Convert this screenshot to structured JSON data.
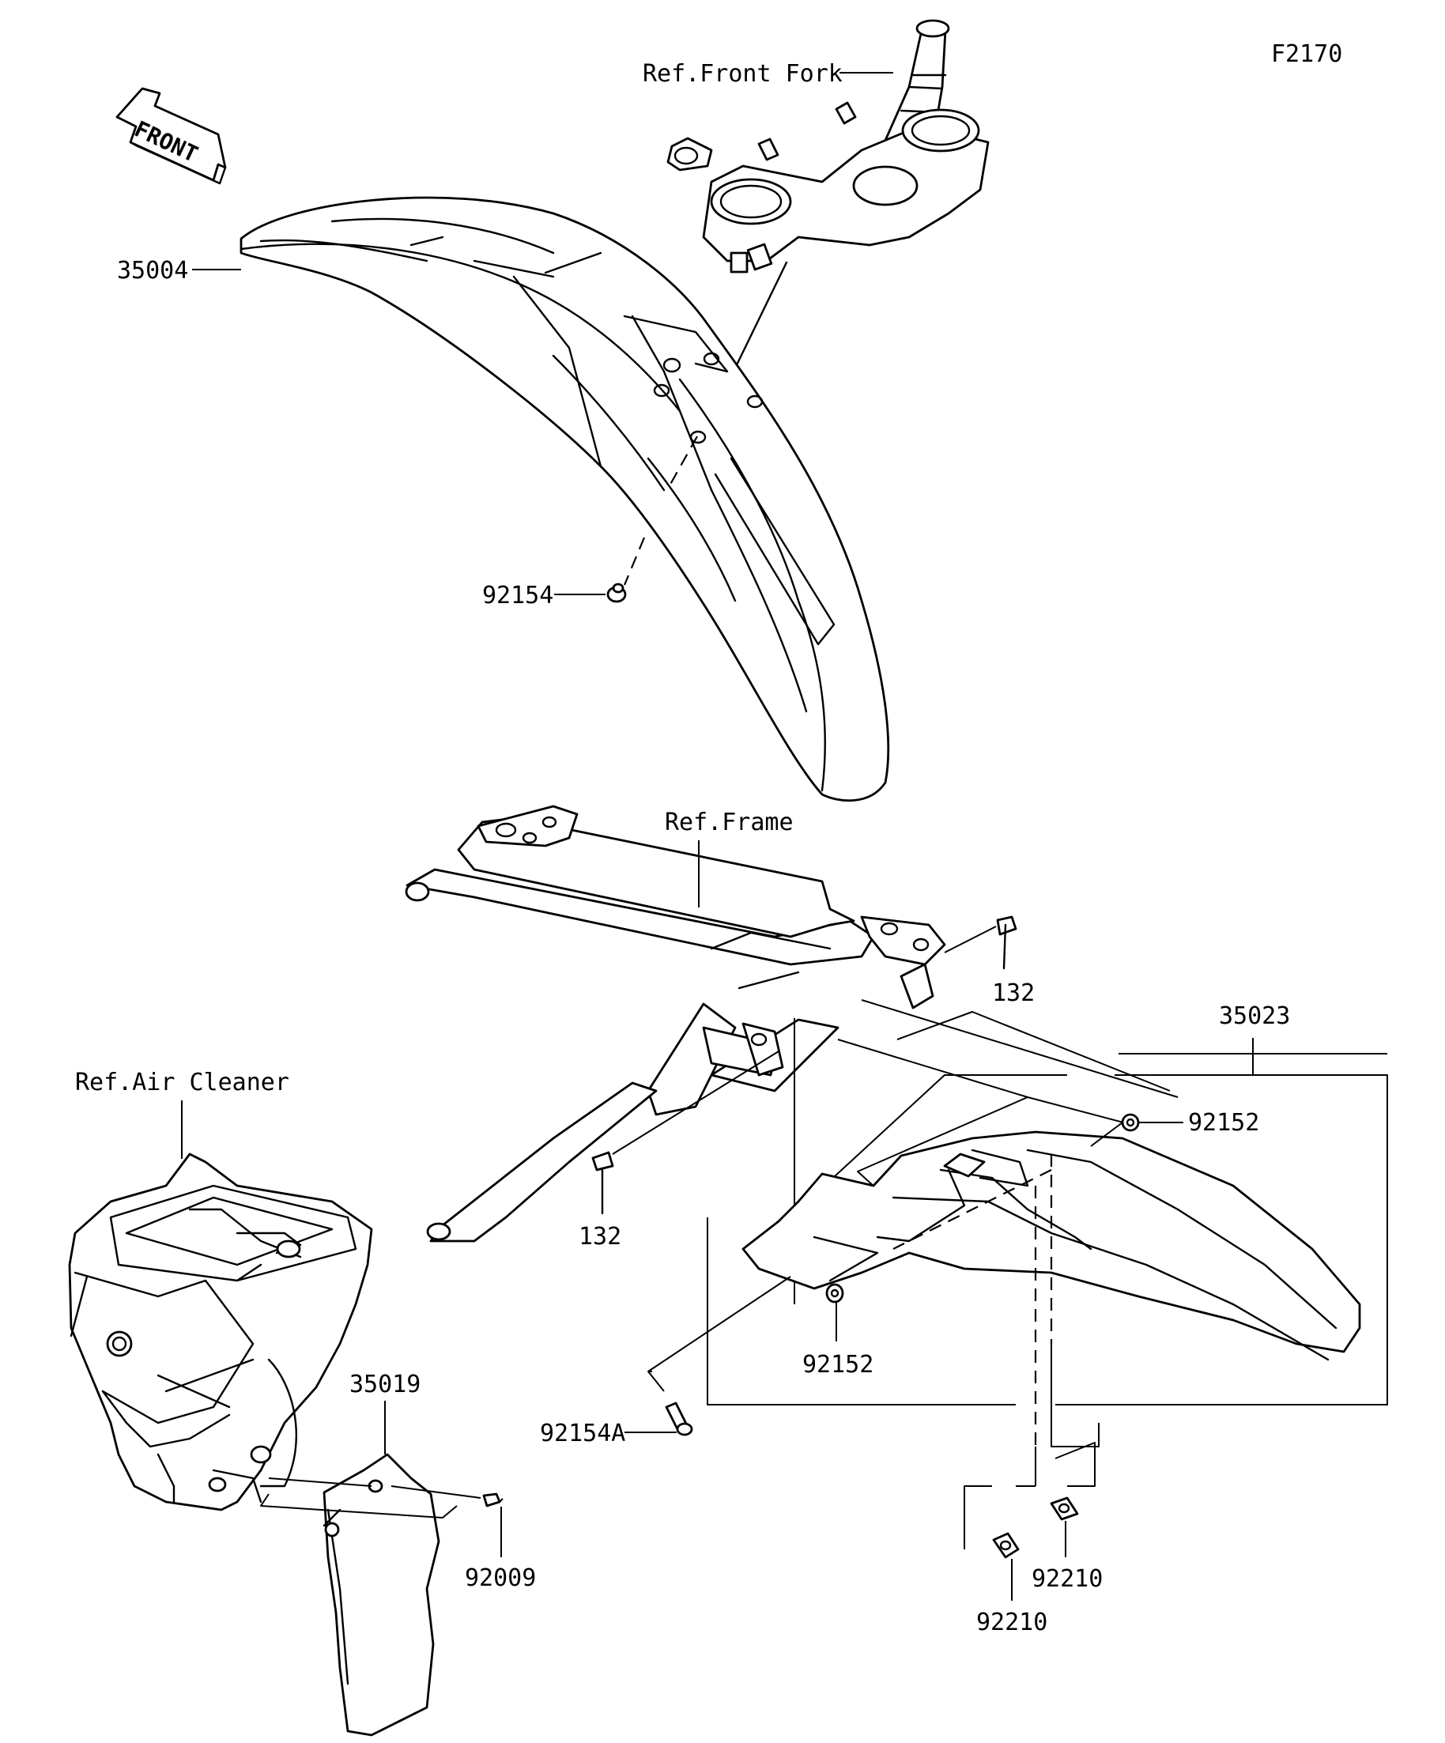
{
  "figure_code": "F2170",
  "front_arrow_label": "FRONT",
  "references": {
    "front_fork": "Ref.Front Fork",
    "frame": "Ref.Frame",
    "air_cleaner": "Ref.Air Cleaner"
  },
  "parts": {
    "front_fender": "35004",
    "front_fender_bolt": "92154",
    "rear_fender_assembly": "35023",
    "rear_fender_bolt": "92154A",
    "rear_fender_collar_upper": "92152",
    "rear_fender_collar_lower": "92152",
    "frame_bolt_right": "132",
    "frame_bolt_left": "132",
    "nut_clip_right": "92210",
    "nut_clip_left": "92210",
    "mud_guard": "35019",
    "mud_guard_screw": "92009"
  }
}
